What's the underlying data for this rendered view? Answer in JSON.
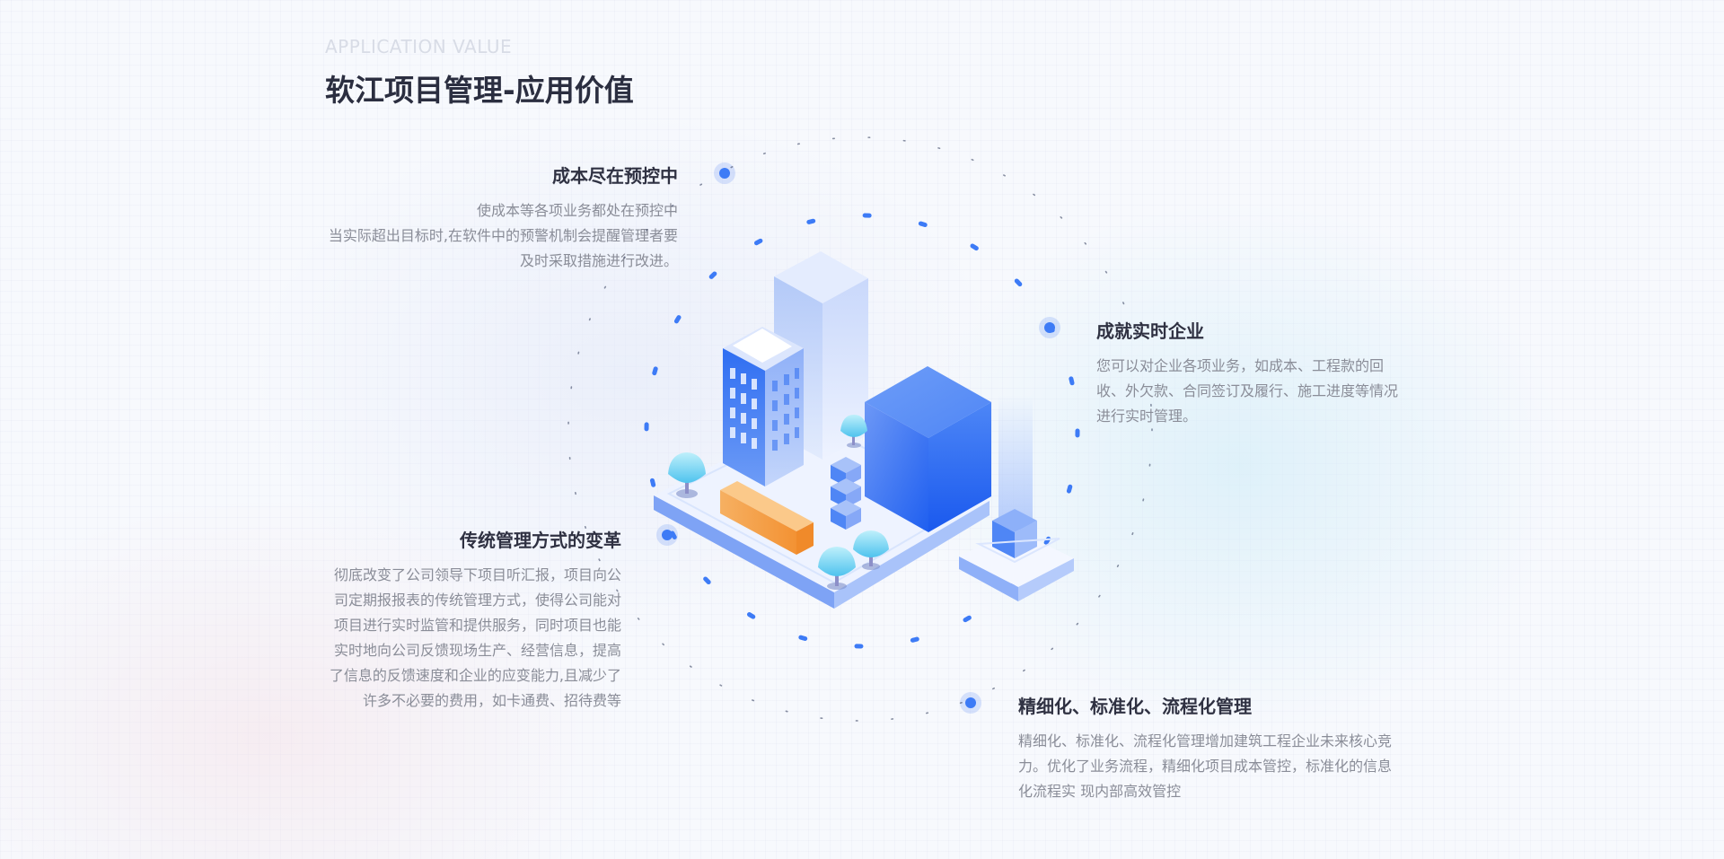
{
  "header": {
    "subtitle": "APPLICATION VALUE",
    "title": "软江项目管理-应用价值"
  },
  "features": [
    {
      "title": "成本尽在预控中",
      "lines": [
        "使成本等各项业务都处在预控中",
        "当实际超出目标时,在软件中的预警机制会提醒管理者要",
        "及时采取措施进行改进。"
      ]
    },
    {
      "title": "成就实时企业",
      "lines": [
        "您可以对企业各项业务，如成本、工程款的回",
        "收、外欠款、合同签订及履行、施工进度等情况",
        "进行实时管理。"
      ]
    },
    {
      "title": "传统管理方式的变革",
      "lines": [
        "彻底改变了公司领导下项目听汇报，项目向公",
        "司定期报报表的传统管理方式，使得公司能对",
        "项目进行实时监管和提供服务，同时项目也能",
        "实时地向公司反馈现场生产、经营信息，提高",
        "了信息的反馈速度和企业的应变能力,且减少了",
        "许多不必要的费用，如卡通费、招待费等"
      ]
    },
    {
      "title": "精细化、标准化、流程化管理",
      "lines": [
        "精细化、标准化、流程化管理增加建筑工程企业未来核心竞",
        "力。优化了业务流程，精细化项目成本管控，标准化的信息",
        "化流程实 现内部高效管控"
      ]
    }
  ],
  "colors": {
    "accent": "#3d7bf6",
    "title": "#2b2e40",
    "body_text": "#8a8d98",
    "subtitle": "#d8dce6",
    "highlight_block": "#f39a3a"
  },
  "illustration": {
    "subject": "isometric-city-buildings"
  }
}
